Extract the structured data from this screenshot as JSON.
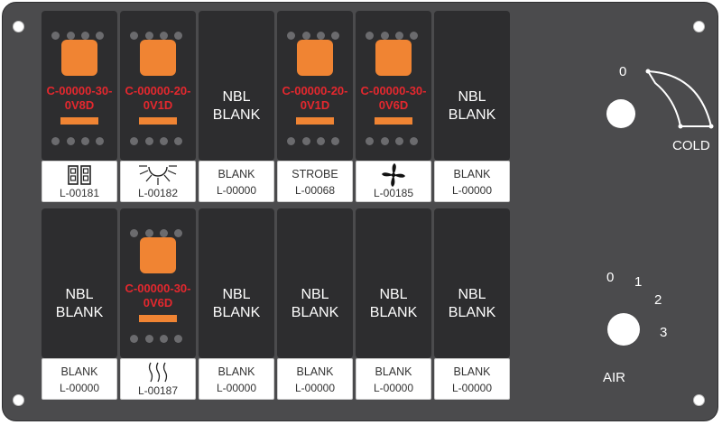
{
  "panel": {
    "switches": [
      {
        "type": "lamp",
        "part": [
          "C-00000-30-",
          "0V8D"
        ],
        "legend_icon": "dual-lamp-icon",
        "legend_code": "L-00181"
      },
      {
        "type": "lamp",
        "part": [
          "C-00000-20-",
          "0V1D"
        ],
        "legend_icon": "sun-rays-icon",
        "legend_code": "L-00182"
      },
      {
        "type": "blank",
        "nbl": [
          "NBL",
          "BLANK"
        ],
        "legend_text": "BLANK",
        "legend_code": "L-00000"
      },
      {
        "type": "lamp",
        "part": [
          "C-00000-20-",
          "0V1D"
        ],
        "legend_text": "STROBE",
        "legend_code": "L-00068"
      },
      {
        "type": "lamp",
        "part": [
          "C-00000-30-",
          "0V6D"
        ],
        "legend_icon": "fan-icon",
        "legend_code": "L-00185"
      },
      {
        "type": "blank",
        "nbl": [
          "NBL",
          "BLANK"
        ],
        "legend_text": "BLANK",
        "legend_code": "L-00000"
      },
      {
        "type": "blank",
        "nbl": [
          "NBL",
          "BLANK"
        ],
        "legend_text": "BLANK",
        "legend_code": "L-00000"
      },
      {
        "type": "lamp",
        "part": [
          "C-00000-30-",
          "0V6D"
        ],
        "legend_icon": "heat-waves-icon",
        "legend_code": "L-00187"
      },
      {
        "type": "blank",
        "nbl": [
          "NBL",
          "BLANK"
        ],
        "legend_text": "BLANK",
        "legend_code": "L-00000"
      },
      {
        "type": "blank",
        "nbl": [
          "NBL",
          "BLANK"
        ],
        "legend_text": "BLANK",
        "legend_code": "L-00000"
      },
      {
        "type": "blank",
        "nbl": [
          "NBL",
          "BLANK"
        ],
        "legend_text": "BLANK",
        "legend_code": "L-00000"
      },
      {
        "type": "blank",
        "nbl": [
          "NBL",
          "BLANK"
        ],
        "legend_text": "BLANK",
        "legend_code": "L-00000"
      }
    ],
    "temp_knob": {
      "zero_label": "0",
      "cold_label": "COLD"
    },
    "air_knob": {
      "labels": [
        "0",
        "1",
        "2",
        "3"
      ],
      "title": "AIR"
    }
  }
}
